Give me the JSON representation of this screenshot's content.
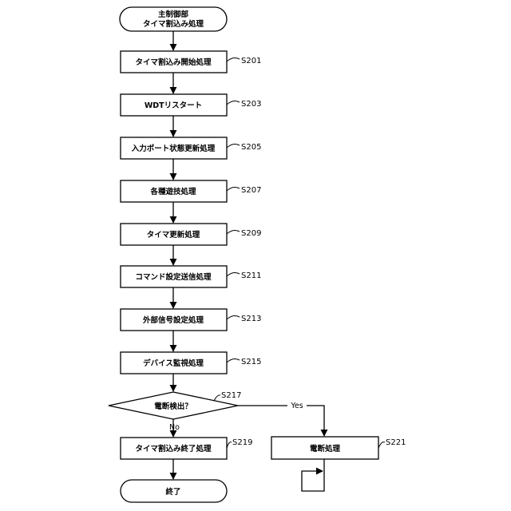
{
  "start": {
    "line1": "主制御部",
    "line2": "タイマ割込み処理"
  },
  "steps": [
    {
      "label": "タイマ割込み開始処理",
      "code": "S201"
    },
    {
      "label": "WDTリスタート",
      "code": "S203"
    },
    {
      "label": "入力ポート状態更新処理",
      "code": "S205"
    },
    {
      "label": "各種遊技処理",
      "code": "S207"
    },
    {
      "label": "タイマ更新処理",
      "code": "S209"
    },
    {
      "label": "コマンド設定送信処理",
      "code": "S211"
    },
    {
      "label": "外部信号設定処理",
      "code": "S213"
    },
    {
      "label": "デバイス監視処理",
      "code": "S215"
    }
  ],
  "decision": {
    "label": "電断検出？",
    "code": "S217",
    "yes": "Yes",
    "no": "No"
  },
  "end_step": {
    "label": "タイマ割込み終了処理",
    "code": "S219"
  },
  "power_off": {
    "label": "電断処理",
    "code": "S221"
  },
  "terminal": {
    "label": "終了"
  }
}
